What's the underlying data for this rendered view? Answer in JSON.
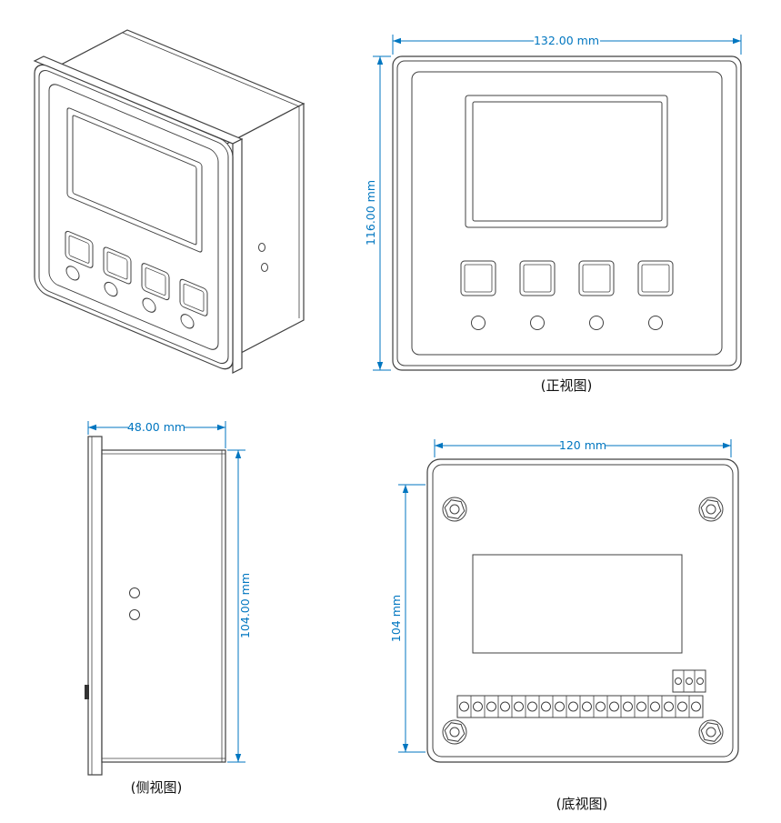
{
  "drawing": {
    "line_color": "#404040",
    "dim_color": "#0076c0",
    "views": {
      "front": {
        "caption": "(正视图)",
        "width_dim": "132.00 mm",
        "height_dim": "116.00 mm"
      },
      "side": {
        "caption": "(侧视图)",
        "width_dim": "48.00 mm",
        "height_dim": "104.00 mm"
      },
      "bottom": {
        "caption": "(底视图)",
        "width_dim": "120 mm",
        "height_dim": "104 mm"
      },
      "isometric": {
        "label": "isometric-projection"
      }
    }
  }
}
